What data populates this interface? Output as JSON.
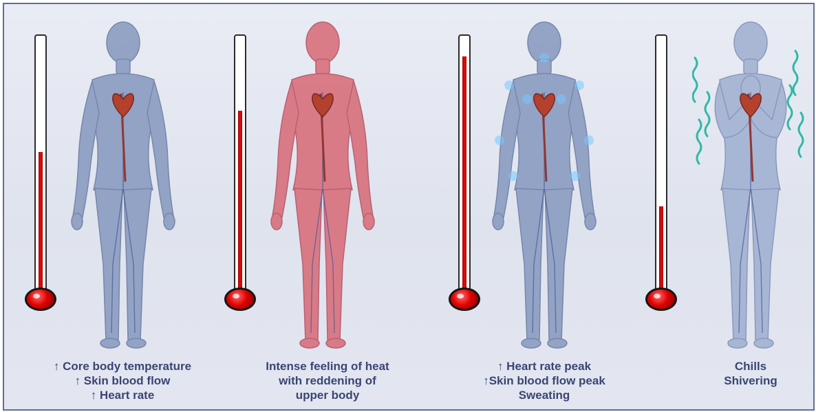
{
  "panels": [
    {
      "id": "baseline",
      "thermometer_level": 0.55,
      "body_tint": "blue",
      "caption": [
        "↑ Core body temperature",
        "↑ Skin blood flow",
        "↑ Heart rate"
      ]
    },
    {
      "id": "flush",
      "thermometer_level": 0.71,
      "body_tint": "red",
      "caption": [
        "Intense feeling of heat",
        "with reddening of",
        "upper body"
      ]
    },
    {
      "id": "sweating",
      "thermometer_level": 0.92,
      "body_tint": "blue-glow",
      "caption": [
        "↑ Heart rate peak",
        "↑Skin blood flow peak",
        "Sweating"
      ]
    },
    {
      "id": "chills",
      "thermometer_level": 0.34,
      "body_tint": "pale-blue",
      "caption": [
        "Chills",
        "Shivering"
      ]
    }
  ],
  "colors": {
    "background": "#e4e7f1",
    "caption_text": "#3a4573",
    "mercury": "#d40000",
    "body_blue": "#8d9ec2",
    "body_red": "#d9727f",
    "shiver_lines": "#2fb8a6"
  }
}
